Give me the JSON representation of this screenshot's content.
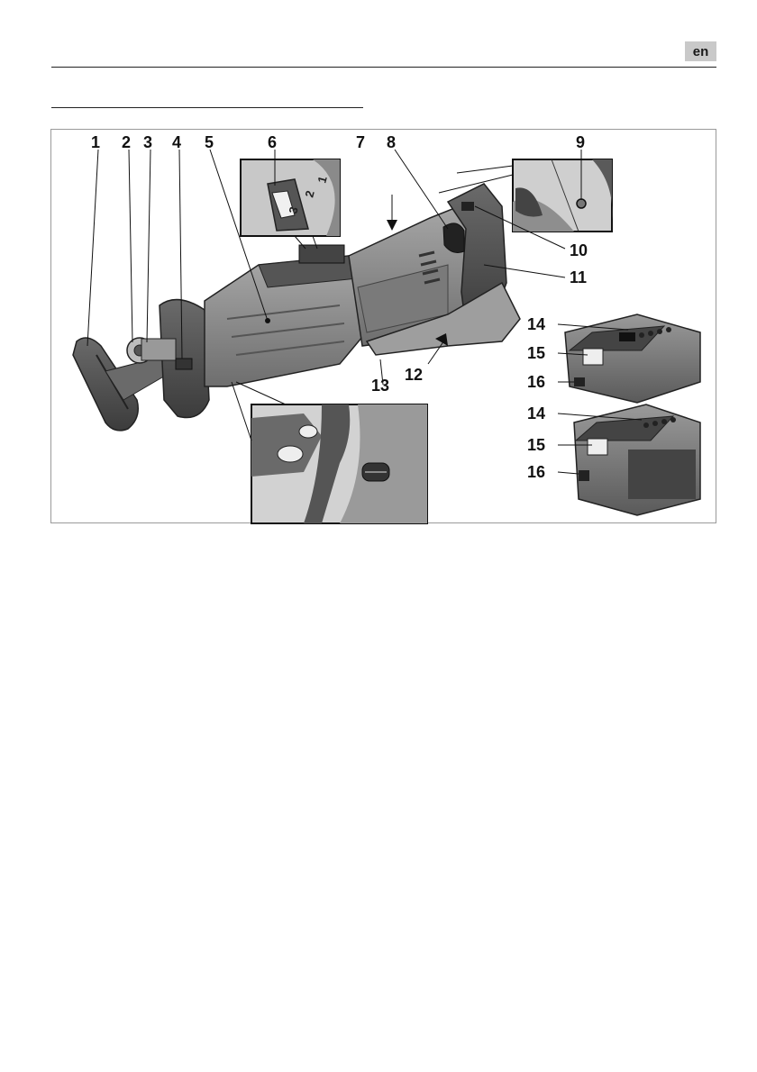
{
  "header": {
    "language": "en"
  },
  "figure": {
    "callouts": {
      "c1": "1",
      "c2": "2",
      "c3": "3",
      "c4": "4",
      "c5": "5",
      "c6": "6",
      "c7": "7",
      "c8": "8",
      "c9": "9",
      "c10": "10",
      "c11": "11",
      "c12": "12",
      "c13": "13",
      "c14a": "14",
      "c15a": "15",
      "c16a": "16",
      "c14b": "14",
      "c15b": "15",
      "c16b": "16"
    },
    "stroke_speed_dial_marks": [
      "3",
      "2",
      "1"
    ],
    "colors": {
      "tool_body": "#8c8c8c",
      "tool_dark": "#4a4a4a",
      "tool_light": "#b5b5b5",
      "line": "#111111"
    }
  }
}
